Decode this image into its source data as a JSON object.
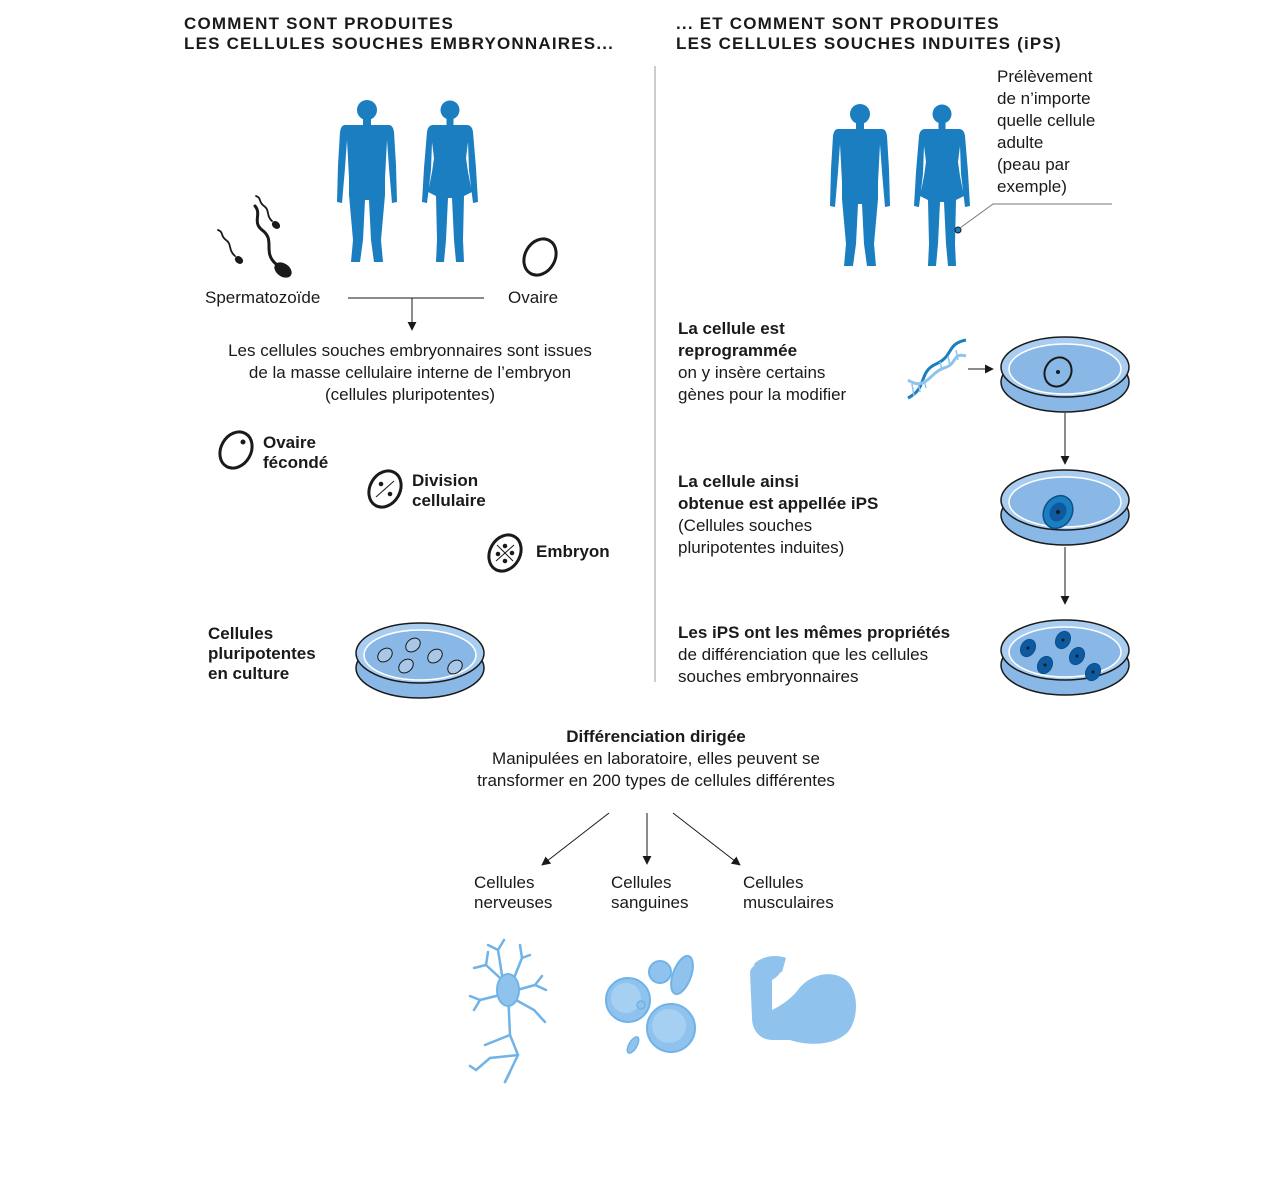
{
  "left": {
    "heading": [
      "COMMENT SONT PRODUITES",
      "LES CELLULES SOUCHES EMBRYONNAIRES..."
    ],
    "sperm_label": "Spermatozoïde",
    "ovaire_label": "Ovaire",
    "intro": [
      "Les cellules souches embryonnaires sont issues",
      "de la masse cellulaire interne de l’embryon",
      "(cellules pluripotentes)"
    ],
    "stage_fertilized": [
      "Ovaire",
      "fécondé"
    ],
    "stage_division": [
      "Division",
      "cellulaire"
    ],
    "stage_embryo": "Embryon",
    "culture": [
      "Cellules",
      "pluripotentes",
      "en culture"
    ]
  },
  "right": {
    "heading": [
      "... ET COMMENT SONT PRODUITES",
      "LES CELLULES SOUCHES INDUITES (iPS)"
    ],
    "sample": [
      "Prélèvement",
      "de n’importe",
      "quelle cellule",
      "adulte",
      "(peau par",
      "exemple)"
    ],
    "step1_bold": [
      "La cellule est",
      "reprogrammée"
    ],
    "step1_text": [
      "on y insère certains",
      "gènes pour la modifier"
    ],
    "step2_bold": [
      "La cellule ainsi",
      "obtenue est appellée iPS"
    ],
    "step2_text": [
      "(Cellules souches",
      "pluripotentes induites)"
    ],
    "step3_bold": "Les iPS ont les mêmes propriétés",
    "step3_text": [
      "de différenciation que les cellules",
      "souches embryonnaires"
    ]
  },
  "bottom": {
    "title": "Différenciation dirigée",
    "text": [
      "Manipulées en laboratoire, elles peuvent se",
      "transformer en 200 types de cellules différentes"
    ],
    "types": [
      [
        "Cellules",
        "nerveuses"
      ],
      [
        "Cellules",
        "sanguines"
      ],
      [
        "Cellules",
        "musculaires"
      ]
    ]
  },
  "colors": {
    "body_blue": "#1a7ec0",
    "dish_blue": "#8ab8e6",
    "light_blue": "#8fc3ee",
    "dark_blue": "#0d5aa0",
    "ink": "#1a1a1a"
  },
  "icons": [
    "male-body-icon",
    "female-body-icon",
    "sperm-icon",
    "ovum-icon",
    "dna-icon",
    "petri-dish-icon",
    "neuron-icon",
    "blood-cells-icon",
    "muscle-arm-icon"
  ]
}
